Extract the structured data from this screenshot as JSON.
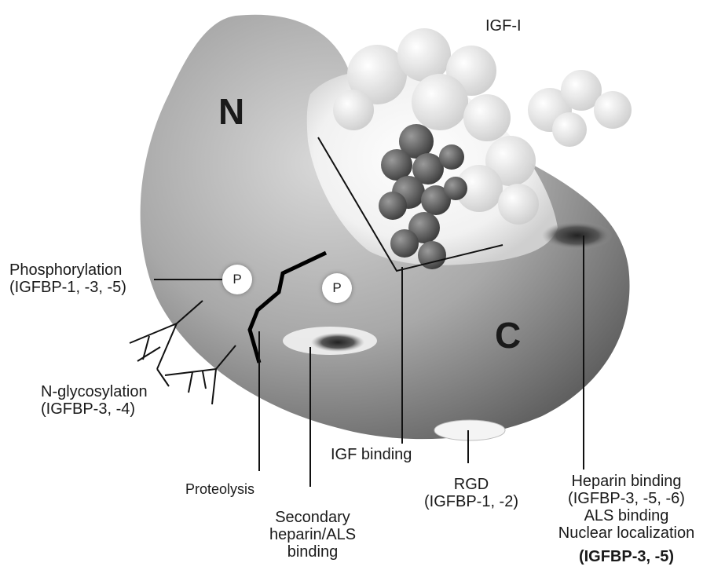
{
  "protein": {
    "domain_n": "N",
    "domain_c": "C",
    "ligand": "IGF-I",
    "phospho_mark": "P"
  },
  "labels": {
    "phosphorylation": [
      "Phosphorylation",
      "(IGFBP-1, -3, -5)"
    ],
    "glycosylation": [
      "N-glycosylation",
      "(IGFBP-3, -4)"
    ],
    "igf_binding": "IGF binding",
    "proteolysis": "Proteolysis",
    "secondary_heparin": [
      "Secondary",
      "heparin/ALS",
      "binding"
    ],
    "rgd": [
      "RGD",
      "(IGFBP-1, -2)"
    ],
    "heparin": [
      "Heparin binding",
      "(IGFBP-3, -5, -6)",
      "ALS binding",
      "Nuclear localization"
    ],
    "heparin_bold": "(IGFBP-3, -5)"
  }
}
